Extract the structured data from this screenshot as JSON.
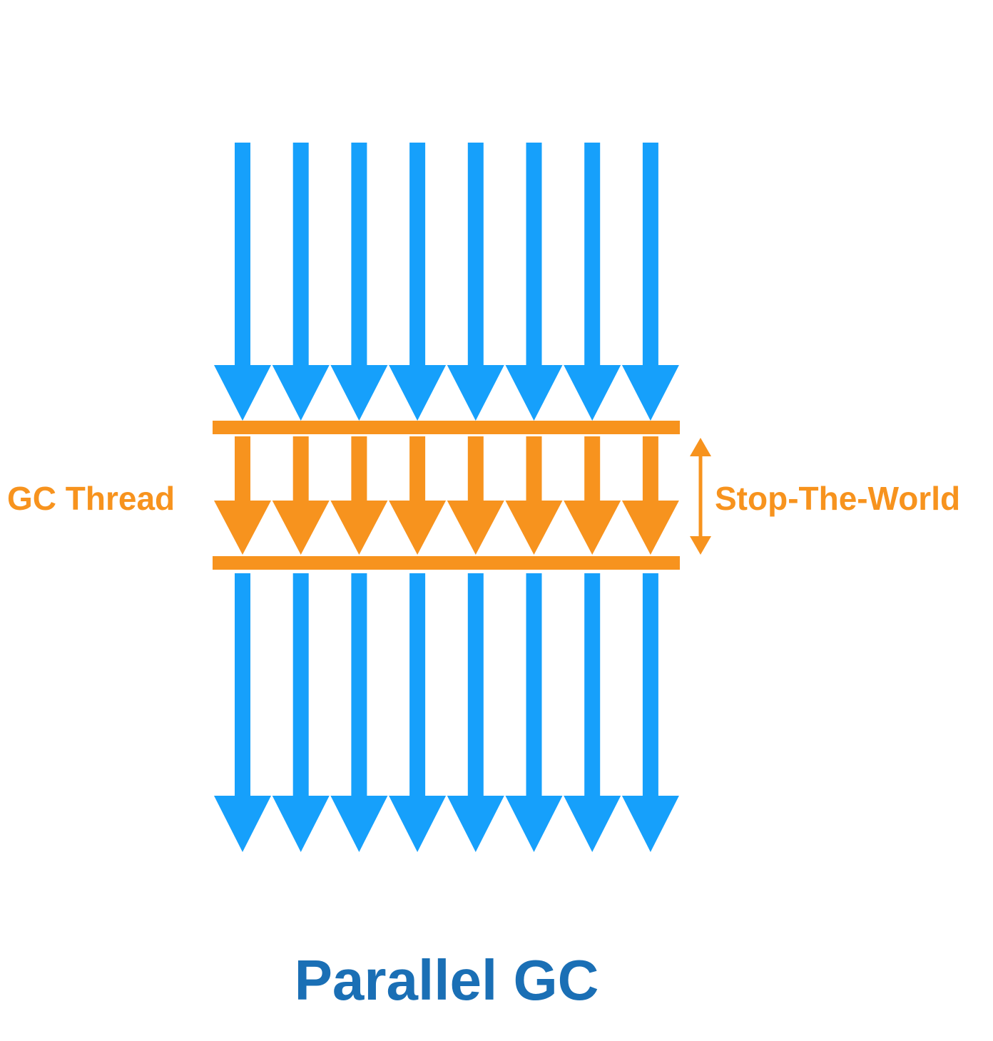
{
  "title": "Parallel GC",
  "labels": {
    "gc_thread": "GC Thread",
    "stop_the_world": "Stop-The-World"
  },
  "diagram": {
    "application_thread_count": 8,
    "gc_thread_count": 8
  },
  "colors": {
    "application_thread": "#16a0fb",
    "gc_thread": "#f7931e",
    "title": "#1a6fb5"
  }
}
